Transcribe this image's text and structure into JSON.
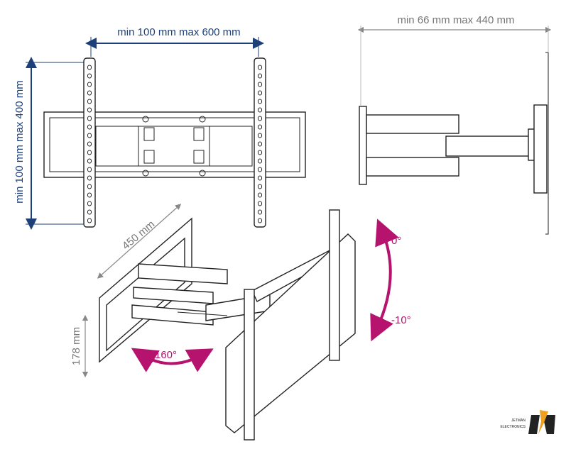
{
  "dimensions": {
    "vesa_horizontal": "min 100 mm max 600 mm",
    "vesa_vertical": "min 100 mm max 400 mm",
    "wall_distance": "min 66 mm max 440 mm",
    "arm_length": "450 mm",
    "wall_plate_height": "178 mm"
  },
  "angles": {
    "swivel": "160°",
    "tilt_up": "0°",
    "tilt_down": "-10°"
  },
  "logo": {
    "line1": "JETMAN",
    "line2": "ELECTRONICS"
  },
  "colors": {
    "vesa_dim": "#1d3f7a",
    "grey_dim": "#777777",
    "angle": "#b5136e",
    "logo_accent": "#f0a020"
  }
}
